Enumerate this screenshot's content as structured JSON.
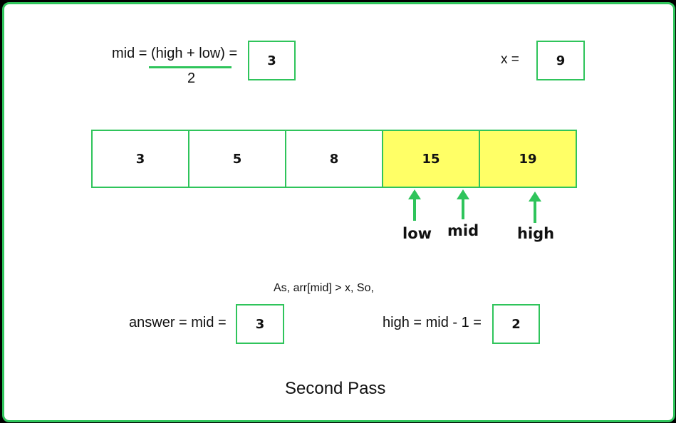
{
  "formula": {
    "numerator": "mid = (high + low) =",
    "denominator": "2",
    "result": "3"
  },
  "target": {
    "label": "x =",
    "value": "9"
  },
  "array": {
    "cells": [
      {
        "value": "3",
        "highlighted": false
      },
      {
        "value": "5",
        "highlighted": false
      },
      {
        "value": "8",
        "highlighted": false
      },
      {
        "value": "15",
        "highlighted": true
      },
      {
        "value": "19",
        "highlighted": true
      }
    ],
    "highlight_color": "#ffff66",
    "border_color": "#2fc45b"
  },
  "pointers": {
    "low": "low",
    "mid": "mid",
    "high": "high"
  },
  "condition": "As, arr[mid] > x, So,",
  "answer": {
    "label": "answer = mid =",
    "value": "3"
  },
  "high_update": {
    "label": "high = mid - 1 =",
    "value": "2"
  },
  "caption": "Second Pass"
}
